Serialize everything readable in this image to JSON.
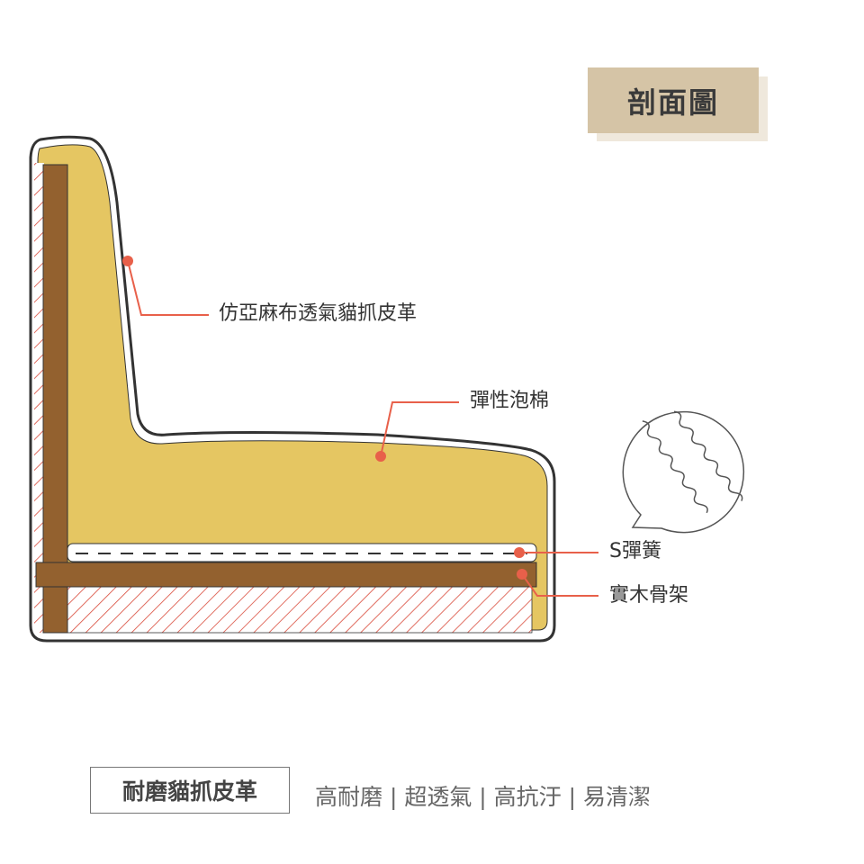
{
  "title": "剖面圖",
  "labels": {
    "fabric": "仿亞麻布透氣貓抓皮革",
    "foam": "彈性泡棉",
    "spring": "S彈簧",
    "frame": "實木骨架"
  },
  "feature": {
    "name": "耐磨貓抓皮革",
    "tagline": "高耐磨 | 超透氣 | 高抗汙 | 易清潔"
  },
  "colors": {
    "foam": "#e5c662",
    "wood": "#93612f",
    "accent": "#e8604a",
    "hatch": "#d94a3a",
    "title_bg": "#d5c4a6"
  }
}
